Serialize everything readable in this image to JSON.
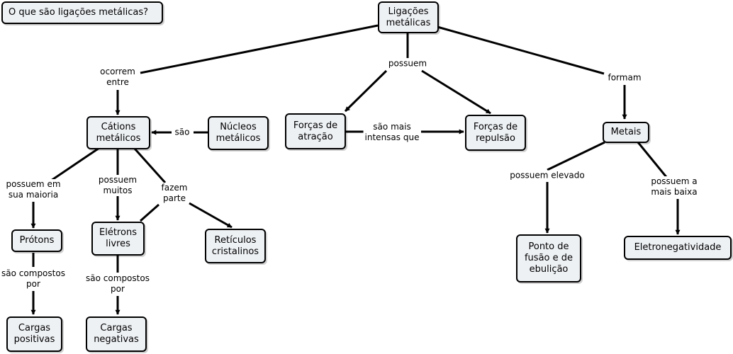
{
  "question": "O que são ligações metálicas?",
  "nodes": {
    "root": "Ligações\nmetálicas",
    "cations": "Cátions\nmetálicos",
    "nuclei": "Núcleos\nmetálicos",
    "attraction": "Forças de\natração",
    "repulsion": "Forças de\nrepulsão",
    "metals": "Metais",
    "protons": "Prótons",
    "electrons": "Elétrons\nlivres",
    "lattices": "Retículos\ncristalinos",
    "melting": "Ponto de\nfusão e de\nebulição",
    "electroneg": "Eletronegatividade",
    "positive": "Cargas\npositivas",
    "negative": "Cargas\nnegativas"
  },
  "links": {
    "occur_between": "ocorrem\nentre",
    "possess": "possuem",
    "form": "formam",
    "are": "são",
    "more_intense": "são mais\nintensas que",
    "mostly_possess": "possuem em\nsua maioria",
    "many_possess": "possuem\nmuitos",
    "part_of": "fazem\nparte",
    "high": "possuem elevado",
    "lowest": "possuem a\nmais baixa",
    "composed_pos": "são compostos\npor",
    "composed_neg": "são compostos\npor"
  }
}
